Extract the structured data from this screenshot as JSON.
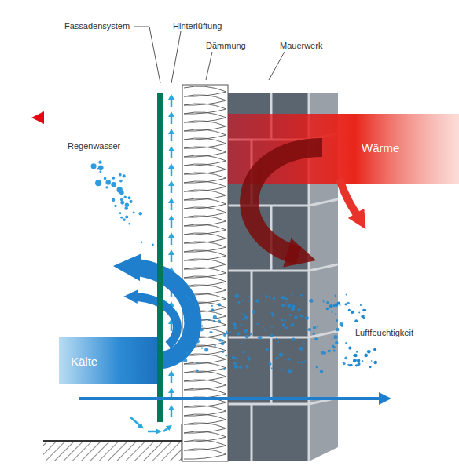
{
  "diagram": {
    "labels": [
      "Fassadensystem",
      "Hinterlüftung",
      "Dämmung",
      "Mauerwerk",
      "Regenwasser",
      "Wärme",
      "Kälte",
      "Luftfeuchtigkeit"
    ]
  }
}
